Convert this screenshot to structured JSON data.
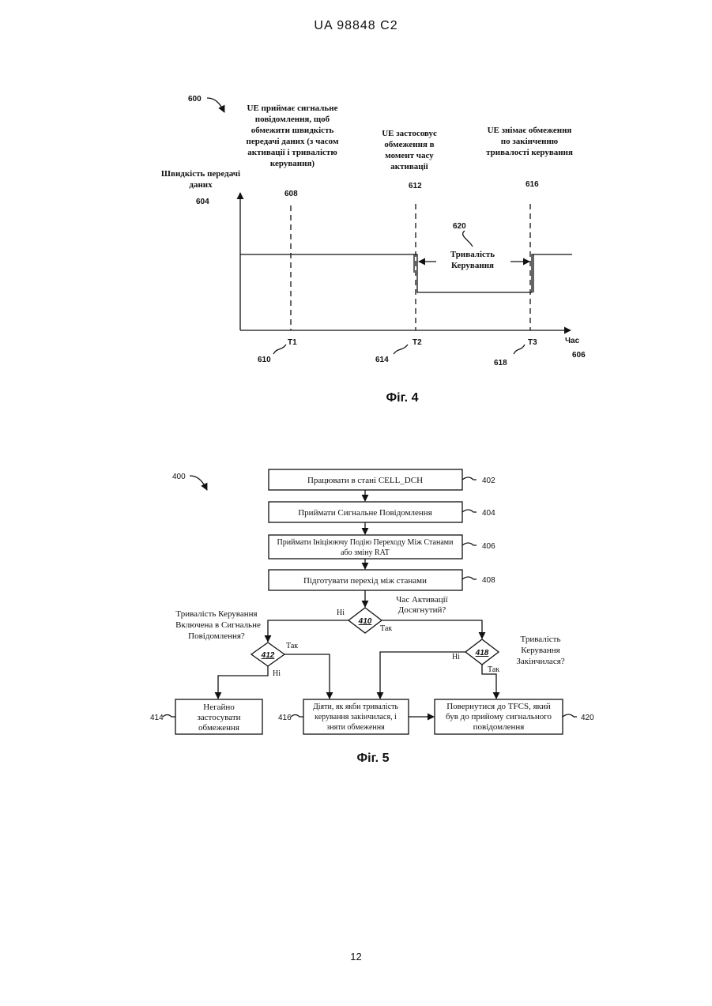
{
  "header": "UA   98848   C2",
  "page_number": "12",
  "fig4": {
    "ref": "600",
    "caption": "Фіг. 4",
    "ylabel": [
      "Швидкість передачі",
      "даних"
    ],
    "ylabel_ref": "604",
    "xlabel": "Час",
    "xlabel_ref": "606",
    "note1": [
      "UE приймає сигнальне",
      "повідомлення, щоб",
      "обмежити швидкість",
      "передачі даних (з часом",
      "активації і тривалістю",
      "керування)"
    ],
    "note2": [
      "UE застосовує",
      "обмеження в",
      "момент часу",
      "активації"
    ],
    "note3": [
      "UE знімає обмеження",
      "по закінченню",
      "тривалості керування"
    ],
    "ref608": "608",
    "ref612": "612",
    "ref616": "616",
    "ref620": "620",
    "duration": [
      "Тривалість",
      "Керування"
    ],
    "t1": "T1",
    "t2": "T2",
    "t3": "T3",
    "ref610": "610",
    "ref614": "614",
    "ref618": "618"
  },
  "fig5": {
    "ref": "400",
    "caption": "Фіг. 5",
    "box402": "Працювати в стані CELL_DCH",
    "ref402": "402",
    "box404": "Приймати Сигнальне Повідомлення",
    "ref404": "404",
    "box406": [
      "Приймати Ініціюючу Подію Переходу Між Станами",
      "або зміну RAT"
    ],
    "ref406": "406",
    "box408": "Підготувати перехід між станами",
    "ref408": "408",
    "d410": "410",
    "q410": [
      "Час Активації",
      "Досягнутий?"
    ],
    "q412": [
      "Тривалість Керування",
      "Включена в Сигнальне",
      "Повідомлення?"
    ],
    "d412": "412",
    "q418": [
      "Тривалість",
      "Керування",
      "Закінчилася?"
    ],
    "d418": "418",
    "yes": "Так",
    "no": "Ні",
    "box414": [
      "Негайно",
      "застосувати",
      "обмеження"
    ],
    "ref414": "414",
    "box416": [
      "Діяти, як якби тривалість",
      "керування закінчилася, і",
      "зняти обмеження"
    ],
    "ref416": "416",
    "box420": [
      "Повернутися до TFCS, який",
      "був до прийому сигнального",
      "повідомлення"
    ],
    "ref420": "420"
  }
}
